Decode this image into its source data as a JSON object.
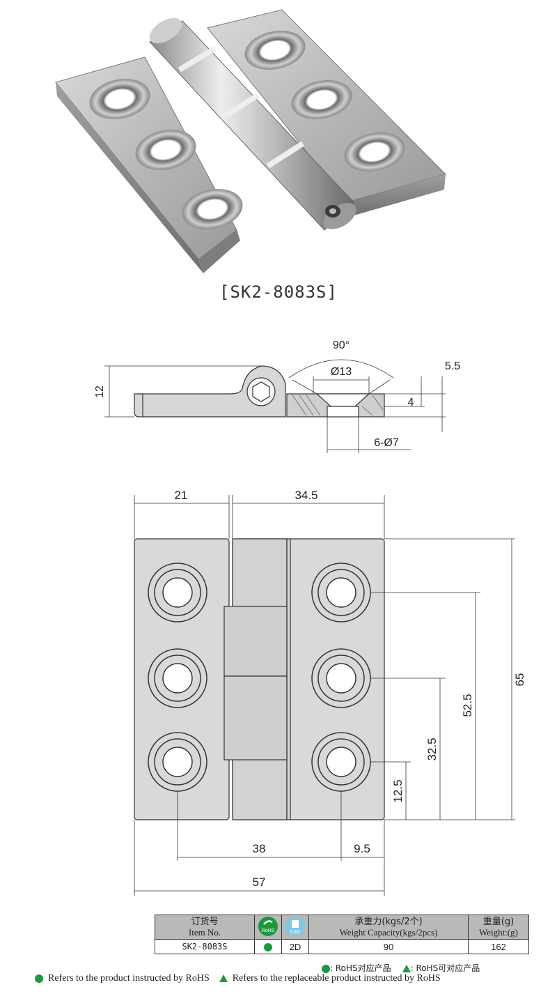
{
  "product": {
    "code": "[SK2-8083S]"
  },
  "side_view": {
    "angle": "90°",
    "dia13": "Ø13",
    "dim_5_5": "5.5",
    "dim_4": "4",
    "dim_12": "12",
    "holes": "6-Ø7"
  },
  "front_view": {
    "dim_21": "21",
    "dim_34_5": "34.5",
    "dim_65": "65",
    "dim_52_5": "52.5",
    "dim_32_5": "32.5",
    "dim_12_5": "12.5",
    "dim_38": "38",
    "dim_9_5": "9.5",
    "dim_57": "57"
  },
  "table": {
    "item_cn": "订货号",
    "item_en": "Item No.",
    "rohs_icon_label": "RoHS",
    "cad_icon_label": "CAD",
    "capacity_cn": "承重力(kgs/2个)",
    "capacity_en": "Weight Capacity(kgs/2pcs)",
    "weight_cn": "重量(g)",
    "weight_en": "Weight:(g)",
    "row": {
      "item_no": "SK2-8083S",
      "cad": "2D",
      "capacity": "90",
      "weight": "162"
    }
  },
  "legend": {
    "rohs_cn": ": RoHS对应产品",
    "rohs_replaceable_cn": ": RoHS可对应产品",
    "rohs_en": "Refers to the product instructed by RoHS",
    "rohs_replaceable_en": "Refers to the replaceable product instructed by RoHS"
  },
  "colors": {
    "rohs_green": "#1a9a3c",
    "item_highlight": "#f2a964",
    "header_gray": "#b9b9b9"
  }
}
